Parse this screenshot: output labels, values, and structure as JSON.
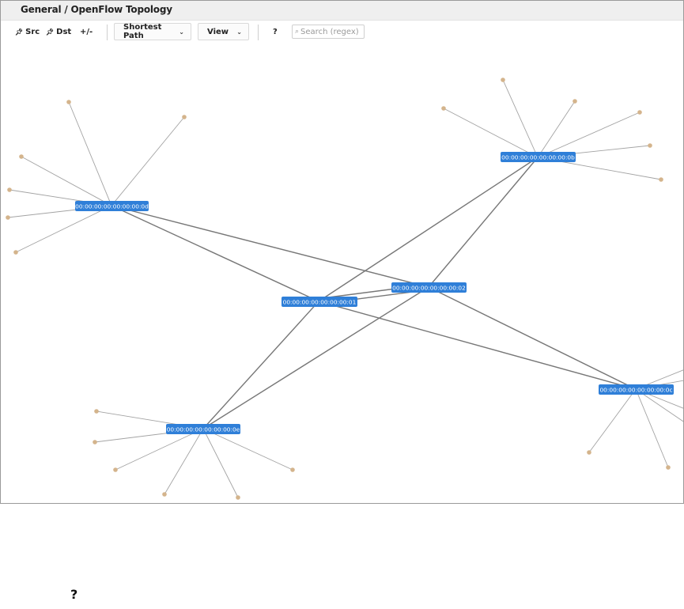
{
  "header": {
    "title": "General / OpenFlow Topology"
  },
  "toolbar": {
    "src_label": "Src",
    "dst_label": "Dst",
    "plusminus_label": "+/-",
    "path_select": "Shortest Path",
    "view_select": "View",
    "help_label": "?",
    "search_placeholder": "Search  (regex)"
  },
  "topology": {
    "switches": [
      {
        "id": "00:00:00:00:00:00:00:0d"
      },
      {
        "id": "00:00:00:00:00:00:00:0b"
      },
      {
        "id": "00:00:00:00:00:00:00:02"
      },
      {
        "id": "00:00:00:00:00:00:00:01"
      },
      {
        "id": "00:00:00:00:00:00:00:0c"
      },
      {
        "id": "00:00:00:00:00:00:00:0e"
      }
    ],
    "colors": {
      "switch": "#2f7fd8",
      "host": "#d4b48c",
      "link": "#777777",
      "host_link": "#a3a3a3"
    }
  },
  "footer": {
    "help_label": "?"
  }
}
